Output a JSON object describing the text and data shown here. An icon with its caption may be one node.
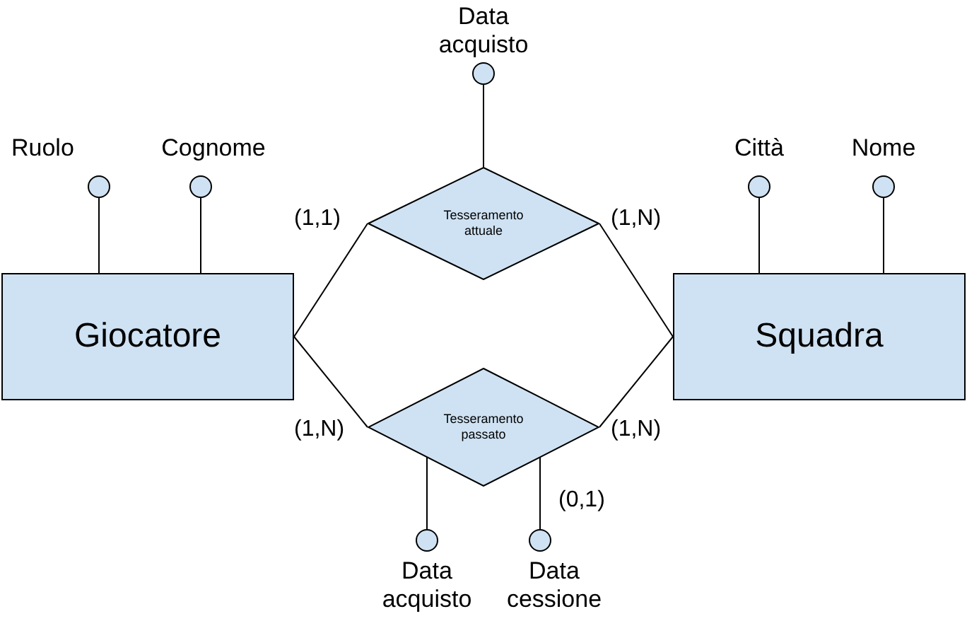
{
  "diagram": {
    "nodes": [
      {
        "text": [
          "Giocatore"
        ]
      },
      {
        "text": [
          "Squadra"
        ]
      },
      {
        "text": [
          "Tesseramento attuale"
        ]
      },
      {
        "text": [
          "Tesseramento passato"
        ]
      },
      {
        "text": [
          "Ruolo"
        ]
      },
      {
        "text": [
          "Cognome"
        ]
      },
      {
        "text": [
          "Città"
        ]
      },
      {
        "text": [
          "Nome"
        ]
      },
      {
        "text": [
          "Data acquisto"
        ]
      },
      {
        "text": [
          "Data acquisto"
        ]
      },
      {
        "text": [
          "Data cessione"
        ]
      }
    ],
    "edges": [
      {
        "from": 0,
        "to": 2,
        "arrow": "none"
      },
      {
        "from": 2,
        "to": 1,
        "arrow": "none"
      },
      {
        "from": 0,
        "to": 3,
        "arrow": "none"
      },
      {
        "from": 3,
        "to": 1,
        "arrow": "none"
      },
      {
        "from": 4,
        "to": 0,
        "arrow": "none"
      },
      {
        "from": 5,
        "to": 0,
        "arrow": "none"
      },
      {
        "from": 6,
        "to": 1,
        "arrow": "none"
      },
      {
        "from": 7,
        "to": 1,
        "arrow": "none"
      },
      {
        "from": 8,
        "to": 2,
        "arrow": "none"
      },
      {
        "from": 9,
        "to": 3,
        "arrow": "none"
      },
      {
        "from": 10,
        "to": 3,
        "arrow": "none"
      }
    ],
    "labels": [
      "(1,1)",
      "(1,N)",
      "(1,N)",
      "(1,N)",
      "(0,1)"
    ]
  }
}
